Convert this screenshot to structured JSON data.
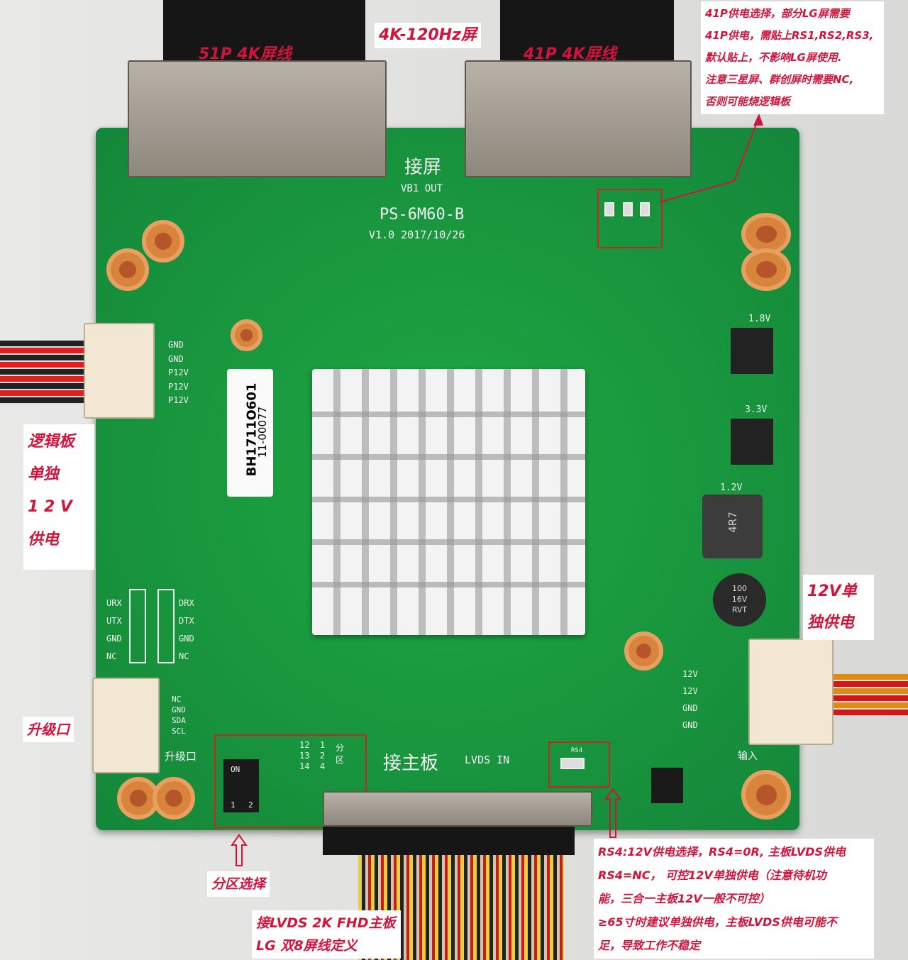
{
  "cables": {
    "left_label": "51P 4K屏线",
    "right_label": "41P 4K屏线",
    "middle_note": "4K-120Hz屏"
  },
  "board": {
    "model": "PS-6M60-B",
    "version": "V1.0 2017/10/26",
    "out_label_cn": "接屏",
    "out_label": "VB1 OUT",
    "in_label_cn": "接主板",
    "in_label": "LVDS IN",
    "sticker": [
      "BH1711O601",
      "11-00077"
    ],
    "power_left_pins": [
      "GND",
      "GND",
      "P12V",
      "P12V",
      "P12V"
    ],
    "uart_left": [
      "URX",
      "UTX",
      "GND",
      "NC"
    ],
    "uart_right": [
      "DRX",
      "DTX",
      "GND",
      "NC"
    ],
    "upgrade_pins": [
      "NC",
      "GND",
      "SDA",
      "SCL"
    ],
    "upgrade_label": "升级口",
    "power_right_pins": [
      "12V",
      "12V",
      "GND",
      "GND"
    ],
    "power_right_label": "输入",
    "rails": [
      "1.8V",
      "3.3V",
      "1.2V"
    ],
    "inductor": "4R7",
    "capacitor": [
      "100",
      "16V",
      "RVT"
    ],
    "switch_on": "ON",
    "switch_nums": [
      "1",
      "2"
    ],
    "switch_table": [
      "12",
      "1",
      "13",
      "2",
      "14",
      "4"
    ],
    "switch_table_label": "分区",
    "rs4": "RS4"
  },
  "notes": {
    "top_right": [
      "41P供电选择，部分LG屏需要",
      "41P供电，需贴上RS1,RS2,RS3,",
      "默认贴上，不影响LG屏使用.",
      "注意三星屏、群创屏时需要NC,",
      "否则可能烧逻辑板"
    ],
    "left_power": [
      "逻辑板",
      "单独",
      "1 2 V",
      "供电"
    ],
    "right_power": [
      "12V单",
      "独供电"
    ],
    "upgrade": "升级口",
    "partition": "分区选择",
    "lvds": [
      "接LVDS 2K FHD主板",
      "LG 双8屏线定义"
    ],
    "rs4": [
      "RS4:12V供电选择，RS4=0R, 主板LVDS供电",
      "RS4=NC， 可控12V单独供电（注意待机功",
      "能，三合一主板12V一般不可控）",
      "≥65寸时建议单独供电，主板LVDS供电可能不",
      "足，导致工作不稳定"
    ]
  },
  "colors": {
    "pcb": "#1a9b3f",
    "annotation": "#d0143c",
    "highlight_box": "#c9261f"
  }
}
